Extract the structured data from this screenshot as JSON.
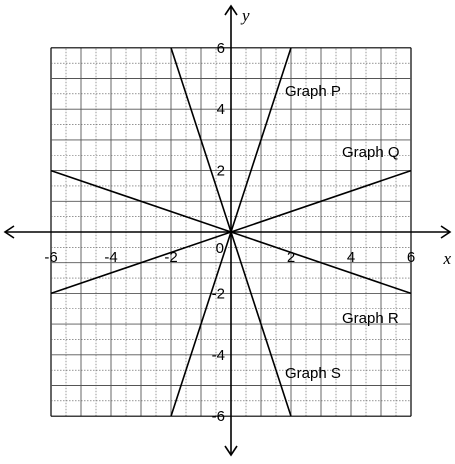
{
  "chart_data": {
    "type": "line",
    "xlabel": "x",
    "ylabel": "y",
    "xlim": [
      -6,
      6
    ],
    "ylim": [
      -6,
      6
    ],
    "grid": true,
    "grid_step": 0.5,
    "x_ticks": [
      {
        "value": -6,
        "label": "-6"
      },
      {
        "value": -4,
        "label": "-4"
      },
      {
        "value": -2,
        "label": "-2"
      },
      {
        "value": 2,
        "label": "2"
      },
      {
        "value": 4,
        "label": "4"
      },
      {
        "value": 6,
        "label": "6"
      }
    ],
    "y_ticks": [
      {
        "value": 6,
        "label": "6"
      },
      {
        "value": 4,
        "label": "4"
      },
      {
        "value": 2,
        "label": "2"
      },
      {
        "value": -2,
        "label": "-2"
      },
      {
        "value": -4,
        "label": "-4"
      },
      {
        "value": -6,
        "label": "-6"
      }
    ],
    "origin_label": "0",
    "series": [
      {
        "name": "Graph P",
        "points": [
          [
            -2,
            -6
          ],
          [
            2,
            6
          ]
        ]
      },
      {
        "name": "Graph Q",
        "points": [
          [
            -6,
            -2
          ],
          [
            6,
            2
          ]
        ]
      },
      {
        "name": "Graph R",
        "points": [
          [
            -6,
            2
          ],
          [
            6,
            -2
          ]
        ]
      },
      {
        "name": "Graph S",
        "points": [
          [
            -2,
            6
          ],
          [
            2,
            -6
          ]
        ]
      }
    ],
    "series_labels": [
      {
        "text": "Graph P",
        "x": 1.8,
        "y": 4.6
      },
      {
        "text": "Graph Q",
        "x": 3.7,
        "y": 2.6
      },
      {
        "text": "Graph R",
        "x": 3.7,
        "y": -2.8
      },
      {
        "text": "Graph S",
        "x": 1.8,
        "y": -4.6
      }
    ],
    "colors": {
      "line": "#000000",
      "grid": "#555555",
      "axis": "#000000"
    }
  }
}
